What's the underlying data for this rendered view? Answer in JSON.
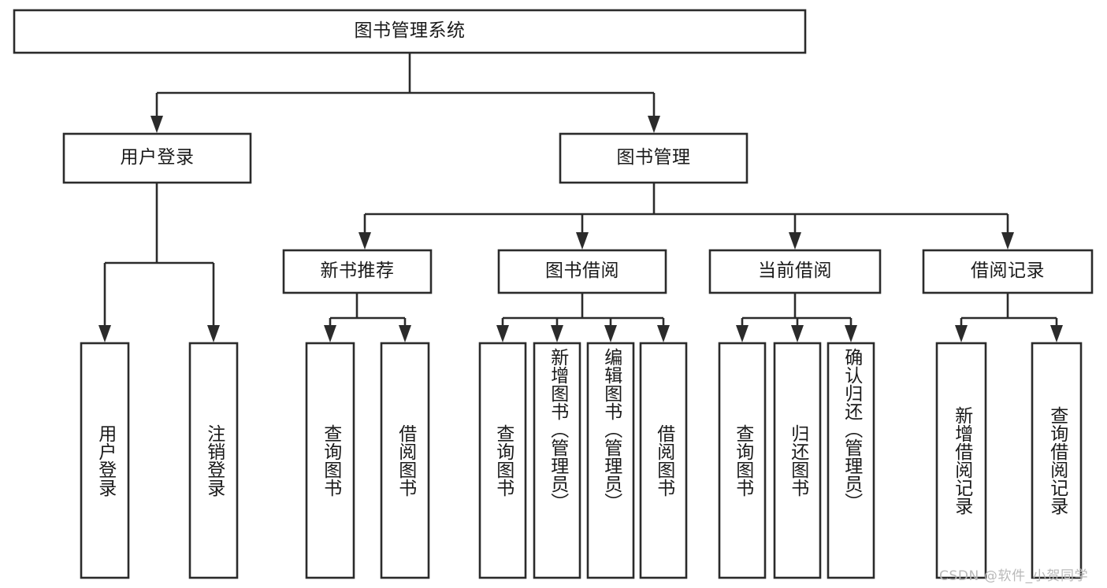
{
  "diagram": {
    "title": "图书管理系统",
    "type": "hierarchy-tree",
    "orientation": "top-down",
    "colors": {
      "box_stroke": "#2b2b2b",
      "box_fill": "#ffffff",
      "connector": "#2b2b2b",
      "text": "#1a1a1a",
      "background": "#ffffff",
      "watermark": "#b9b9b9"
    },
    "root": {
      "label": "图书管理系统",
      "orientation": "horizontal"
    },
    "level2": [
      {
        "label": "用户登录",
        "orientation": "horizontal"
      },
      {
        "label": "图书管理",
        "orientation": "horizontal"
      }
    ],
    "level3": [
      {
        "label": "新书推荐",
        "orientation": "horizontal",
        "parent": "图书管理"
      },
      {
        "label": "图书借阅",
        "orientation": "horizontal",
        "parent": "图书管理"
      },
      {
        "label": "当前借阅",
        "orientation": "horizontal",
        "parent": "图书管理"
      },
      {
        "label": "借阅记录",
        "orientation": "horizontal",
        "parent": "图书管理"
      }
    ],
    "leaves": [
      {
        "label": "用户登录",
        "orientation": "vertical",
        "parent": "用户登录"
      },
      {
        "label": "注销登录",
        "orientation": "vertical",
        "parent": "用户登录"
      },
      {
        "label": "查询图书",
        "orientation": "vertical",
        "parent": "新书推荐"
      },
      {
        "label": "借阅图书",
        "orientation": "vertical",
        "parent": "新书推荐"
      },
      {
        "label": "查询图书",
        "orientation": "vertical",
        "parent": "图书借阅"
      },
      {
        "label": "新增图书（管理员）",
        "orientation": "vertical",
        "parent": "图书借阅"
      },
      {
        "label": "编辑图书（管理员）",
        "orientation": "vertical",
        "parent": "图书借阅"
      },
      {
        "label": "借阅图书",
        "orientation": "vertical",
        "parent": "图书借阅"
      },
      {
        "label": "查询图书",
        "orientation": "vertical",
        "parent": "当前借阅"
      },
      {
        "label": "归还图书",
        "orientation": "vertical",
        "parent": "当前借阅"
      },
      {
        "label": "确认归还（管理员）",
        "orientation": "vertical",
        "parent": "当前借阅"
      },
      {
        "label": "新增借阅记录",
        "orientation": "vertical",
        "parent": "借阅记录"
      },
      {
        "label": "查询借阅记录",
        "orientation": "vertical",
        "parent": "借阅记录"
      }
    ],
    "watermark": "CSDN @软件_小贺同学"
  }
}
